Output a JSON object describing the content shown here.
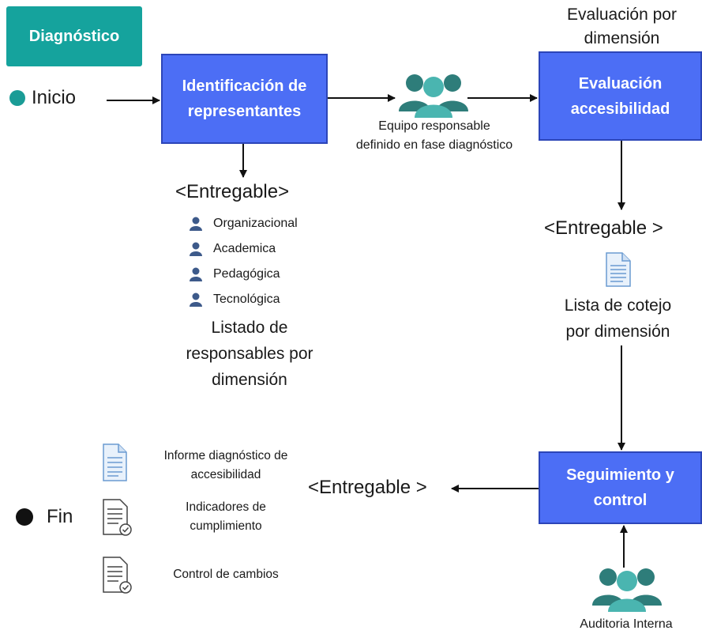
{
  "header": {
    "tag": "Diagnóstico"
  },
  "start": {
    "label": "Inicio"
  },
  "end": {
    "label": "Fin"
  },
  "process_1": {
    "line1": "Identificación de",
    "line2": "representantes"
  },
  "process_2": {
    "line1": "Evaluación",
    "line2": "accesibilidad"
  },
  "process_3": {
    "line1": "Seguimiento y",
    "line2": "control"
  },
  "team": {
    "line1": "Equipo responsable",
    "line2": "definido en fase diagnóstico"
  },
  "eval_label": {
    "line1": "Evaluación por",
    "line2": "dimensión"
  },
  "deliverable_1": {
    "title": "<Entregable>",
    "roles": [
      "Organizacional",
      "Academica",
      "Pedagógica",
      "Tecnológica"
    ],
    "desc_line1": "Listado de",
    "desc_line2": "responsables por",
    "desc_line3": "dimensión"
  },
  "deliverable_2": {
    "title": "<Entregable >",
    "desc_line1": "Lista de cotejo",
    "desc_line2": "por dimensión"
  },
  "deliverable_3": {
    "title": "<Entregable >",
    "items": [
      {
        "line1": "Informe diagnóstico de",
        "line2": "accesibilidad"
      },
      {
        "line1": "Indicadores de",
        "line2": "cumplimiento"
      },
      {
        "line1": "Control de cambios",
        "line2": ""
      }
    ]
  },
  "audit": {
    "label": "Auditoria Interna"
  },
  "colors": {
    "tag": "#15a39d",
    "process": "#4c6ef5",
    "process_border": "#2c45b8",
    "team_icon": "#2e7d7a",
    "team_icon_front": "#4ab5b0",
    "person_icon": "#3d5a8a",
    "start_dot": "#1a9c96",
    "end_dot": "#111111"
  }
}
